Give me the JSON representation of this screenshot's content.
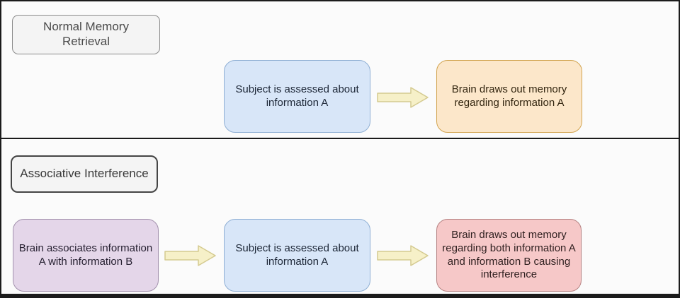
{
  "diagram": {
    "section1": {
      "title": "Normal Memory\nRetrieval",
      "box_blue": "Subject is assessed about\ninformation A",
      "box_orange": "Brain draws out memory\nregarding information A"
    },
    "section2": {
      "title": "Associative Interference",
      "box_purple": "Brain associates information\nA with information B",
      "box_blue": "Subject is assessed about\ninformation A",
      "box_pink": "Brain draws out memory\nregarding both information A\nand information B causing\ninterference"
    },
    "colors": {
      "blue_fill": "#d8e6f8",
      "blue_border": "#8fafd4",
      "orange_fill": "#fce7ca",
      "orange_border": "#d2a450",
      "purple_fill": "#e4d6e9",
      "purple_border": "#a391ad",
      "pink_fill": "#f6c8c8",
      "pink_border": "#b68383",
      "arrow_fill": "#f6f0c8",
      "arrow_border": "#d4ca90",
      "label_fill": "#f4f4f4"
    }
  }
}
